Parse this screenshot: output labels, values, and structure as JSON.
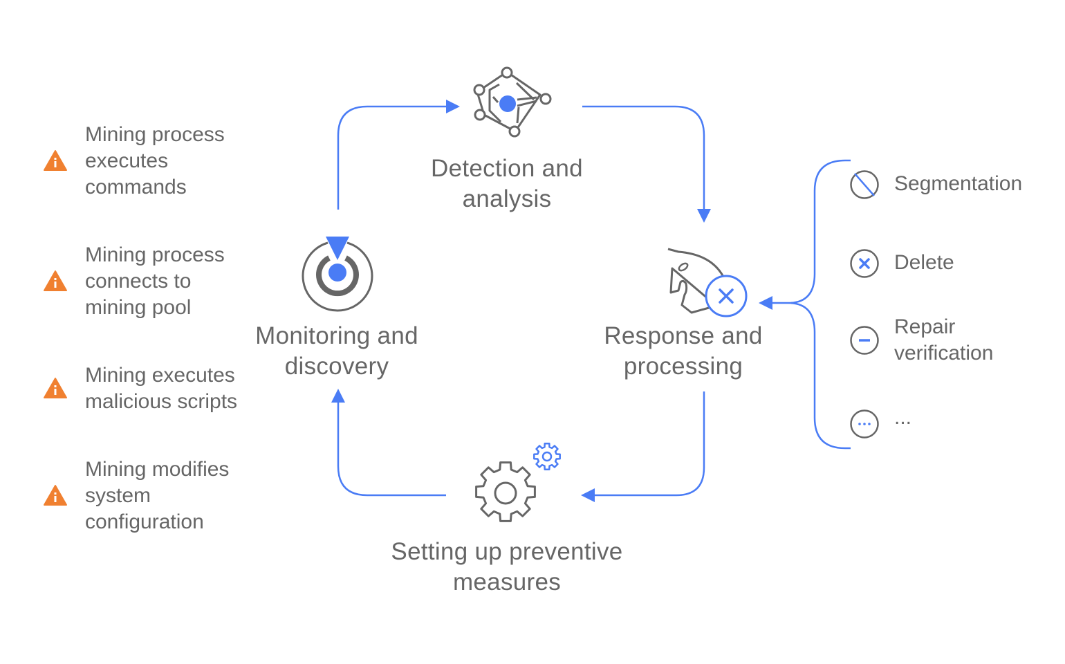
{
  "colors": {
    "accent": "#4a7cf5",
    "text": "#666666",
    "icon_stroke": "#666666",
    "warning": "#f08030"
  },
  "stages": [
    {
      "id": "monitoring",
      "label_line1": "Monitoring and",
      "label_line2": "discovery",
      "icon": "radar-target-icon"
    },
    {
      "id": "detection",
      "label_line1": "Detection and",
      "label_line2": "analysis",
      "icon": "network-analysis-icon"
    },
    {
      "id": "response",
      "label_line1": "Response and",
      "label_line2": "processing",
      "icon": "knight-delete-icon"
    },
    {
      "id": "prevention",
      "label_line1": "Setting up preventive",
      "label_line2": "measures",
      "icon": "gears-icon"
    }
  ],
  "flow": [
    {
      "from": "monitoring",
      "to": "detection"
    },
    {
      "from": "detection",
      "to": "response"
    },
    {
      "from": "response",
      "to": "prevention"
    },
    {
      "from": "prevention",
      "to": "monitoring"
    }
  ],
  "threats": [
    {
      "lines": [
        "Mining process",
        "executes",
        "commands"
      ],
      "icon": "warning-icon"
    },
    {
      "lines": [
        "Mining process",
        "connects to",
        "mining pool"
      ],
      "icon": "warning-icon"
    },
    {
      "lines": [
        "Mining executes",
        "malicious scripts"
      ],
      "icon": "warning-icon"
    },
    {
      "lines": [
        "Mining modifies",
        "system",
        "configuration"
      ],
      "icon": "warning-icon"
    }
  ],
  "actions": [
    {
      "lines": [
        "Segmentation"
      ],
      "icon": "block-icon"
    },
    {
      "lines": [
        "Delete"
      ],
      "icon": "delete-circle-icon"
    },
    {
      "lines": [
        "Repair",
        "verification"
      ],
      "icon": "minus-circle-icon"
    },
    {
      "lines": [
        "..."
      ],
      "icon": "more-circle-icon"
    }
  ]
}
